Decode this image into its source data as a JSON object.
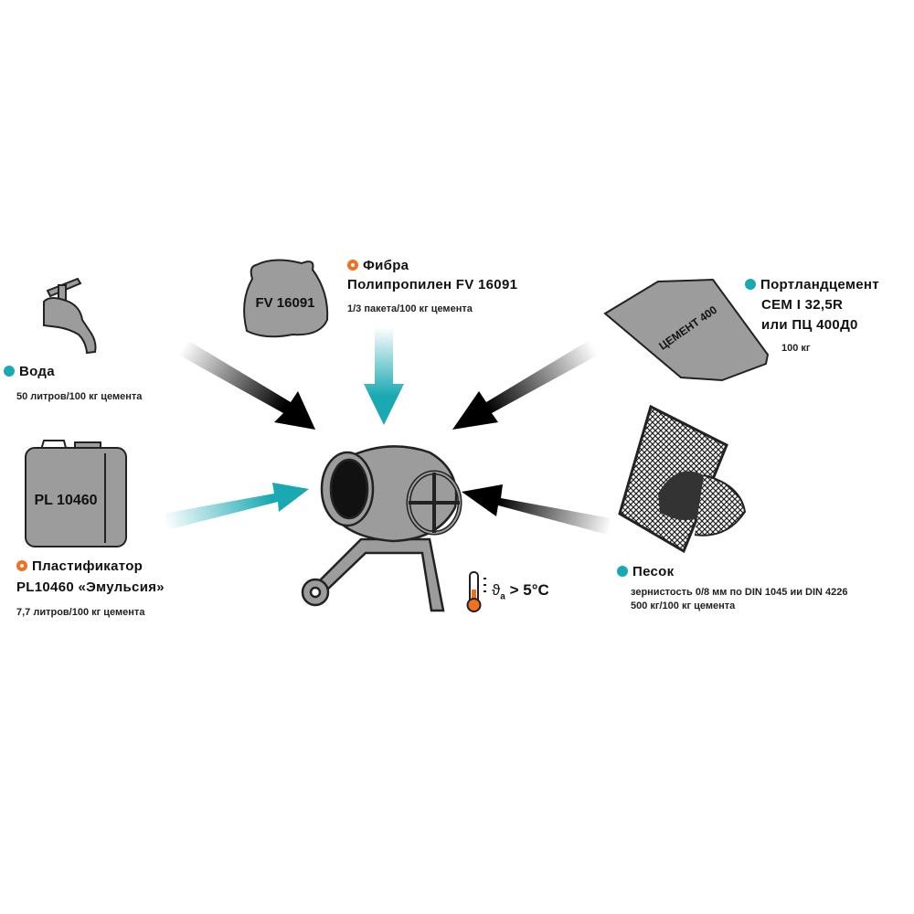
{
  "colors": {
    "teal": "#1aa9b3",
    "orange": "#f07020",
    "gray": "#9c9c9c"
  },
  "water": {
    "title": "Вода",
    "amount": "50 литров/100 кг цемента",
    "icon": "faucet-icon"
  },
  "fiber": {
    "title": "Фибра",
    "subtitle": "Полипропилен FV 16091",
    "amount": "1/3 пакета/100 кг цемента",
    "bag_label": "FV 16091"
  },
  "cement": {
    "title": "Портландцемент",
    "line2": "CEM I 32,5R",
    "line3": "или ПЦ 400Д0",
    "amount": "100 кг",
    "bag_label": "ЦЕМЕНТ 400"
  },
  "plasticizer": {
    "title": "Пластификатор",
    "subtitle": "PL10460 «Эмульсия»",
    "amount": "7,7 литров/100 кг цемента",
    "can_label": "PL 10460"
  },
  "sand": {
    "title": "Песок",
    "line2": "зернистость 0/8 мм по DIN 1045 ии DIN 4226",
    "amount": "500 кг/100 кг цемента"
  },
  "temperature": {
    "symbol": "ϑ",
    "subscript": "a",
    "condition": "> 5°C"
  }
}
